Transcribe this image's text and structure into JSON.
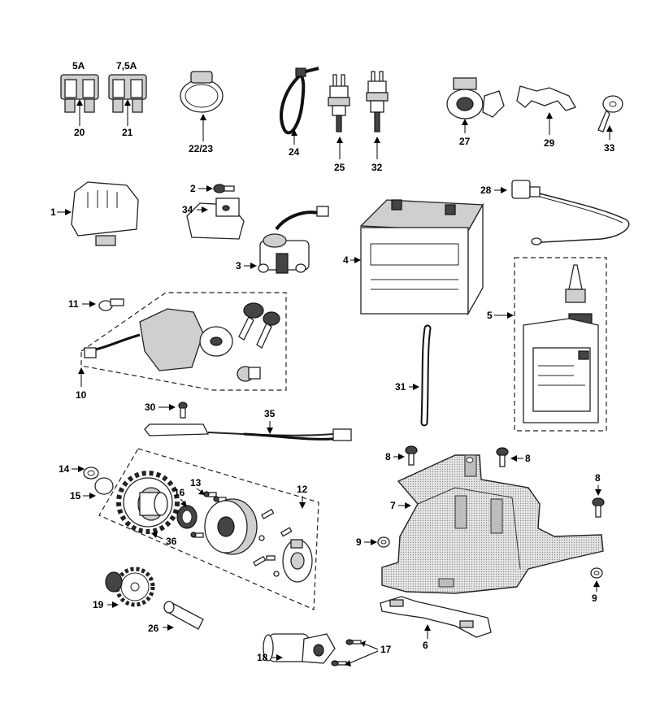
{
  "ratings": {
    "fuse_20": "5A",
    "fuse_21": "7,5A"
  },
  "labels": {
    "p1": "1",
    "p2": "2",
    "p3": "3",
    "p4": "4",
    "p5": "5",
    "p6": "6",
    "p7": "7",
    "p8a": "8",
    "p8b": "8",
    "p8c": "8",
    "p9a": "9",
    "p9b": "9",
    "p10": "10",
    "p11": "11",
    "p12": "12",
    "p13": "13",
    "p14": "14",
    "p15": "15",
    "p16": "16",
    "p17": "17",
    "p18": "18",
    "p19": "19",
    "p20": "20",
    "p21": "21",
    "p22": "22/23",
    "p24": "24",
    "p25": "25",
    "p26": "26",
    "p27": "27",
    "p28": "28",
    "p29": "29",
    "p30": "30",
    "p31": "31",
    "p32": "32",
    "p33": "33",
    "p34": "34",
    "p35": "35",
    "p36": "36"
  }
}
